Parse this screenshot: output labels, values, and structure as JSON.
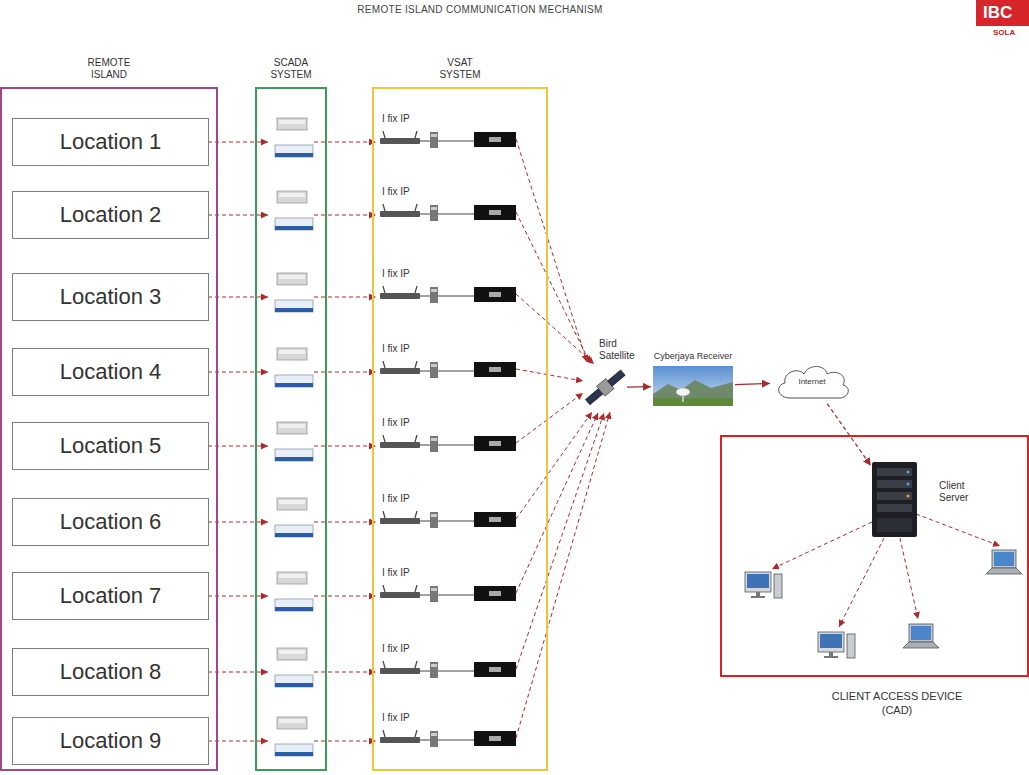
{
  "diagram": {
    "title": "REMOTE ISLAND COMMUNICATION MECHANISM",
    "nodes": [
      {
        "text": [
          "REMOTE ISLAND"
        ]
      },
      {
        "text": [
          "Location 1"
        ],
        "in": 0
      },
      {
        "text": [
          "Location 2"
        ],
        "in": 0
      },
      {
        "text": [
          "Location 3"
        ],
        "in": 0
      },
      {
        "text": [
          "Location 4"
        ],
        "in": 0
      },
      {
        "text": [
          "Location 5"
        ],
        "in": 0
      },
      {
        "text": [
          "Location 6"
        ],
        "in": 0
      },
      {
        "text": [
          "Location 7"
        ],
        "in": 0
      },
      {
        "text": [
          "Location 8"
        ],
        "in": 0
      },
      {
        "text": [
          "Location 9"
        ],
        "in": 0
      },
      {
        "text": [
          "SCADA SYSTEM"
        ]
      },
      {
        "text": [
          "VSAT SYSTEM"
        ]
      },
      {
        "text": [
          "Bird Satellite"
        ]
      },
      {
        "text": [
          "Cyberjaya Receiver"
        ]
      },
      {
        "text": [
          "Internet"
        ]
      },
      {
        "text": [
          "CLIENT ACCESS DEVICE (CAD)"
        ]
      },
      {
        "text": [
          "Client Server"
        ],
        "in": 15
      }
    ],
    "edges": [
      {
        "from": 12,
        "to": 13,
        "arrow": "to"
      },
      {
        "from": 13,
        "to": 14,
        "arrow": "to"
      },
      {
        "from": 14,
        "to": 16,
        "arrow": "to"
      }
    ],
    "labels": [
      "IBC",
      "SOLA",
      "I fix IP",
      "I fix IP",
      "I fix IP",
      "I fix IP",
      "I fix IP",
      "I fix IP",
      "I fix IP",
      "I fix IP",
      "I fix IP"
    ]
  }
}
